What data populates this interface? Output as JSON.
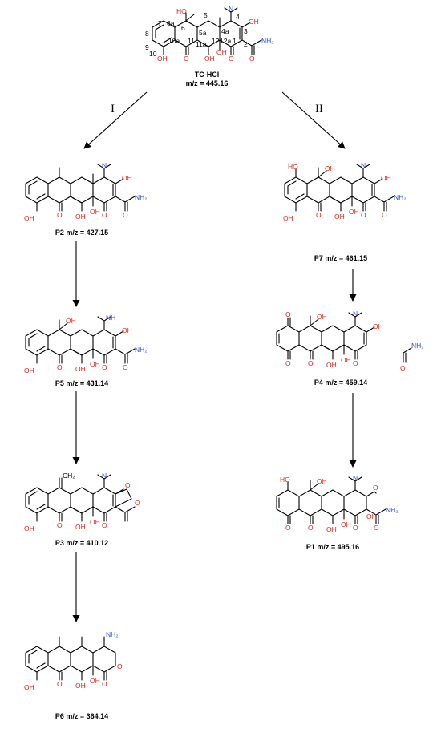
{
  "parent": {
    "name": "TC-HCl",
    "mz": "m/z = 445.16"
  },
  "pathways": {
    "left": "I",
    "right": "II"
  },
  "products": {
    "P2": "P2 m/z = 427.15",
    "P5": "P5 m/z = 431.14",
    "P3": "P3 m/z = 410.12",
    "P6": "P6 m/z = 364.14",
    "P7": "P7 m/z = 461.15",
    "P4": "P4 m/z = 459.14",
    "P1": "P1 m/z = 495.16"
  },
  "atoms": {
    "OH": "OH",
    "HO": "HO",
    "O": "O",
    "NH2": "NH₂",
    "NH": "NH",
    "CH2": "CH₂"
  },
  "ring_numbers": [
    "7",
    "8",
    "9",
    "10",
    "6a",
    "10a",
    "6",
    "5",
    "5a",
    "4a",
    "4",
    "3",
    "2",
    "1",
    "11",
    "11a",
    "12",
    "12a"
  ]
}
